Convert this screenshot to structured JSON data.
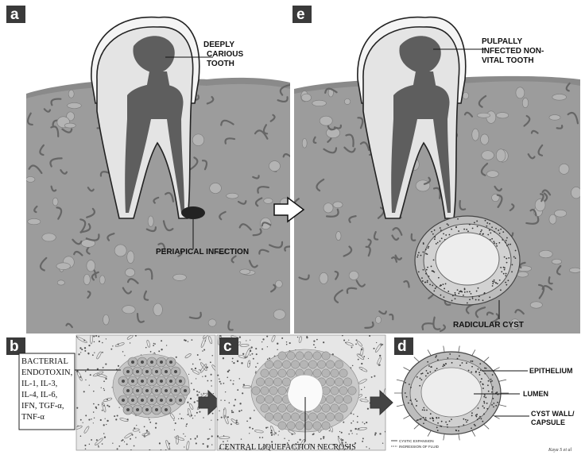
{
  "panels": {
    "a": {
      "letter": "a",
      "label1": "DEEPLY",
      "label2": "CARIOUS",
      "label3": "TOOTH",
      "infection": "PERIAPICAL INFECTION"
    },
    "e": {
      "letter": "e",
      "label1": "PULPALLY",
      "label2": "INFECTED NON-",
      "label3": "VITAL TOOTH",
      "cyst": "RADICULAR CYST"
    },
    "b": {
      "letter": "b",
      "lines": [
        "BACTERIAL",
        "ENDOTOXIN,",
        "IL-1, IL-3,",
        "IL-4, IL-6,",
        "IFN, TGF-α,",
        "TNF-α"
      ]
    },
    "c": {
      "letter": "c",
      "necrosis": "CENTRAL LIQUEFACTION NECROSIS",
      "legend_expansion": "CYSTIC EXPANSION",
      "legend_ingression": "INGRESSION OF FLUID"
    },
    "d": {
      "letter": "d",
      "epithelium": "EPITHELIUM",
      "lumen": "LUMEN",
      "wall1": "CYST WALL/",
      "wall2": "CAPSULE",
      "credit": "Kaya S et al"
    }
  },
  "colors": {
    "bone": "#9c9c9c",
    "gum": "#8a8a8a",
    "pulp": "#5e5e5e",
    "dentin": "#e4e4e4",
    "enamel": "#f4f4f4",
    "trabecula": "#666666",
    "letter_bg": "#3a3a3a",
    "cyst_wall": "#bdbdbd",
    "lumen": "#ededed",
    "cell": "#b5b5b5",
    "nucleus": "#4a4a4a",
    "matrix": "#e6e6e6"
  }
}
